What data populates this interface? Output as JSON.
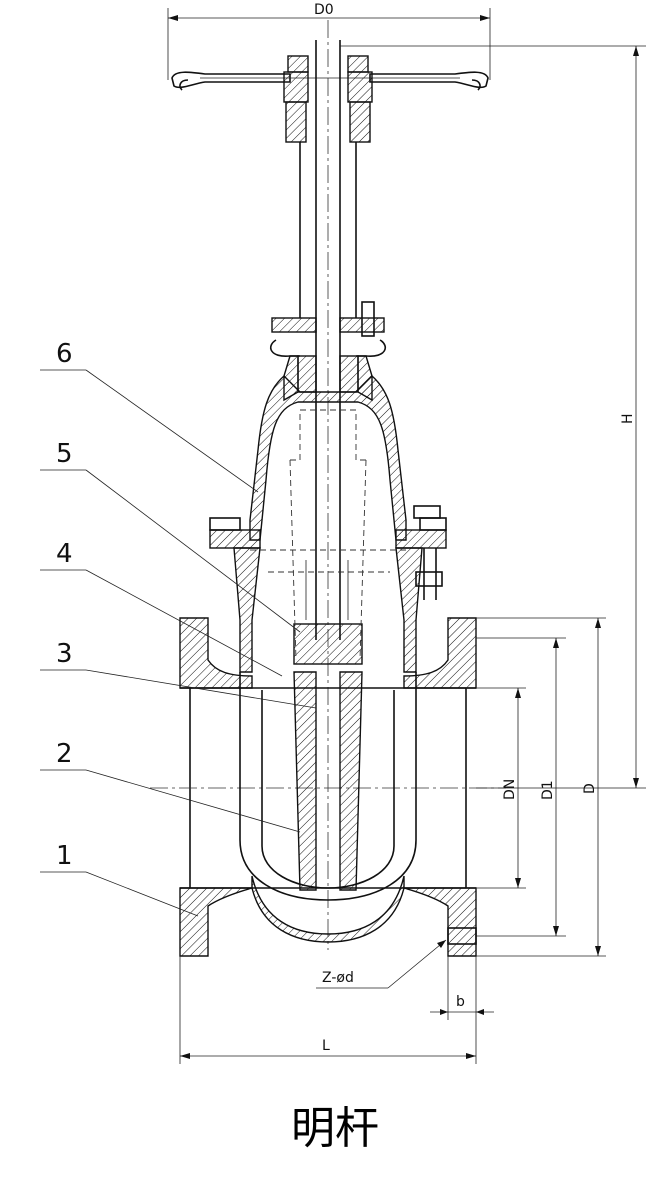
{
  "drawing": {
    "part_labels": [
      "1",
      "2",
      "3",
      "4",
      "5",
      "6"
    ],
    "dimensions": {
      "d0": "D0",
      "h": "H",
      "dn": "DN",
      "d1": "D1",
      "d": "D",
      "bolt": "Z-ød",
      "b": "b",
      "l": "L"
    }
  },
  "caption": "明杆"
}
